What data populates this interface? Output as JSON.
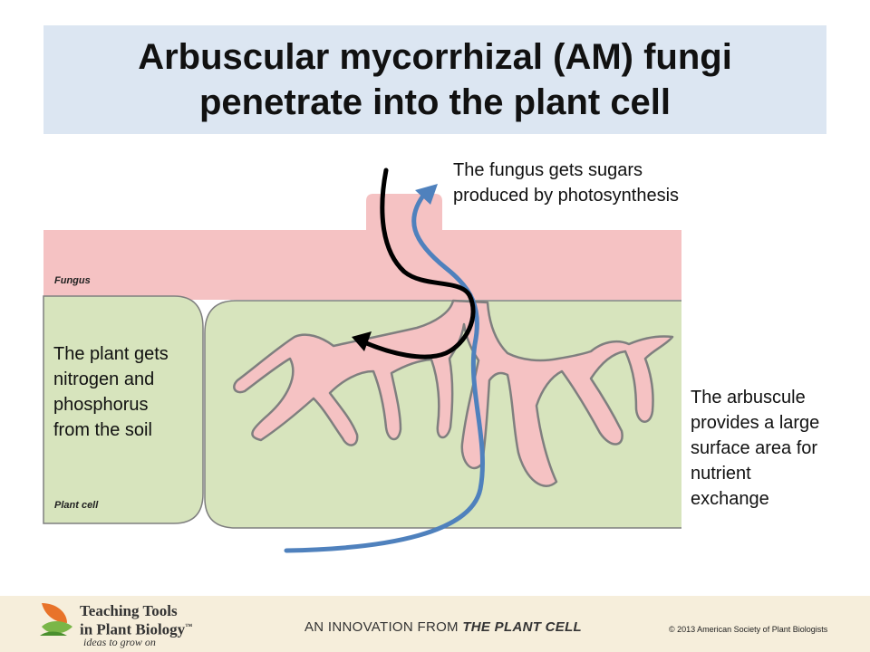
{
  "title": {
    "line1": "Arbuscular mycorrhizal (AM) fungi",
    "line2": "penetrate into the plant cell"
  },
  "labels": {
    "fungus": "Fungus",
    "plant_cell": "Plant cell"
  },
  "captions": {
    "sugars_line1": "The fungus gets sugars",
    "sugars_line2": "produced by photosynthesis",
    "nutrients_line1": "The plant gets",
    "nutrients_line2": "nitrogen and",
    "nutrients_line3": "phosphorus",
    "nutrients_line4": "from the soil",
    "arbuscule_line1": "The arbuscule",
    "arbuscule_line2": "provides a large",
    "arbuscule_line3": "surface area for",
    "arbuscule_line4": "nutrient",
    "arbuscule_line5": "exchange"
  },
  "footer": {
    "logo_line1": "Teaching Tools",
    "logo_line2": "in Plant Biology",
    "logo_tm": "™",
    "logo_tagline": "ideas to grow on",
    "innovation_prefix": "AN INNOVATION FROM ",
    "innovation_brand": "THE PLANT CELL",
    "copyright": "© 2013 American Society of Plant Biologists"
  },
  "colors": {
    "title_bg": "#dce6f2",
    "fungus_fill": "#f5c2c3",
    "plant_cell_fill": "#d7e4bd",
    "outline": "#7f7f7f",
    "sugar_arrow": "#4f81bd",
    "nutrient_arrow": "#000000",
    "footer_bg": "#f6eedb"
  },
  "icons": {
    "logo": "leaf-logo-icon"
  }
}
